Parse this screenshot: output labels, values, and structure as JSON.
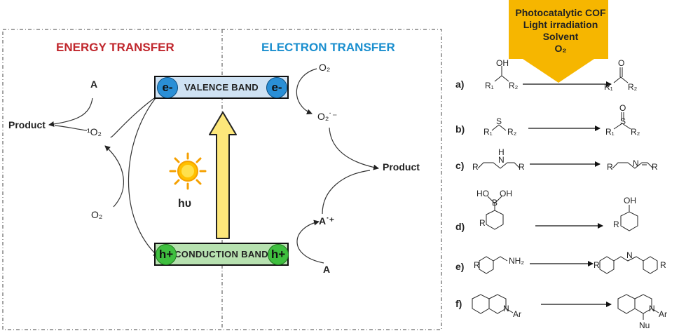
{
  "mechanism": {
    "energy_title": "ENERGY TRANSFER",
    "electron_title": "ELECTRON TRANSFER",
    "valence_band": "VALENCE BAND",
    "conduction_band": "CONDUCTION BAND",
    "electron_badge": "e-",
    "hole_badge": "h+",
    "light_label": "hυ",
    "energy_side": {
      "substrate": "A",
      "product": "Product",
      "singlet_oxygen": "¹O₂",
      "oxygen": "O₂"
    },
    "electron_side": {
      "oxygen": "O₂",
      "superoxide": "O₂˙⁻",
      "product": "Product",
      "radical_cation": "A˙⁺",
      "substrate": "A"
    }
  },
  "conditions": {
    "line1": "Photocatalytic COF",
    "line2": "Light irradiation",
    "line3": "Solvent",
    "line4": "O₂"
  },
  "reactions": [
    {
      "label": "a)",
      "reactant": "R₁–CH(OH)–R₂",
      "product": "R₁–C(=O)–R₂"
    },
    {
      "label": "b)",
      "reactant": "R₁–S–R₂",
      "product": "R₁–S(=O)–R₂"
    },
    {
      "label": "c)",
      "reactant": "R–CH₂–NH–CH₂–R",
      "product": "R–CH₂–N=CH–R"
    },
    {
      "label": "d)",
      "reactant": "Ar–B(OH)₂",
      "product": "Ar–OH"
    },
    {
      "label": "e)",
      "reactant": "Ar–CH₂–NH₂",
      "product": "Ar–CH₂–N=CH–Ar"
    },
    {
      "label": "f)",
      "reactant": "tetrahydroisoquinoline N–Ar",
      "product": "1-Nu-tetrahydroisoquinoline N–Ar"
    }
  ],
  "colors": {
    "energy_title": "#c0272d",
    "electron_title": "#1b8fcf",
    "valence_fill": "#cfe2f3",
    "conduction_fill": "#b7e1b0",
    "electron_circle": "#2a8fd6",
    "hole_circle": "#3fbf3f",
    "arrow_fill": "#fde77a",
    "callout": "#f6b600"
  },
  "chem_text": {
    "OH": "OH",
    "O": "O",
    "S": "S",
    "N": "N",
    "H": "H",
    "B": "B",
    "HO": "HO",
    "NH2": "NH₂",
    "R": "R",
    "R1": "R₁",
    "R2": "R₂",
    "Ar": "Ar",
    "Nu": "Nu"
  }
}
